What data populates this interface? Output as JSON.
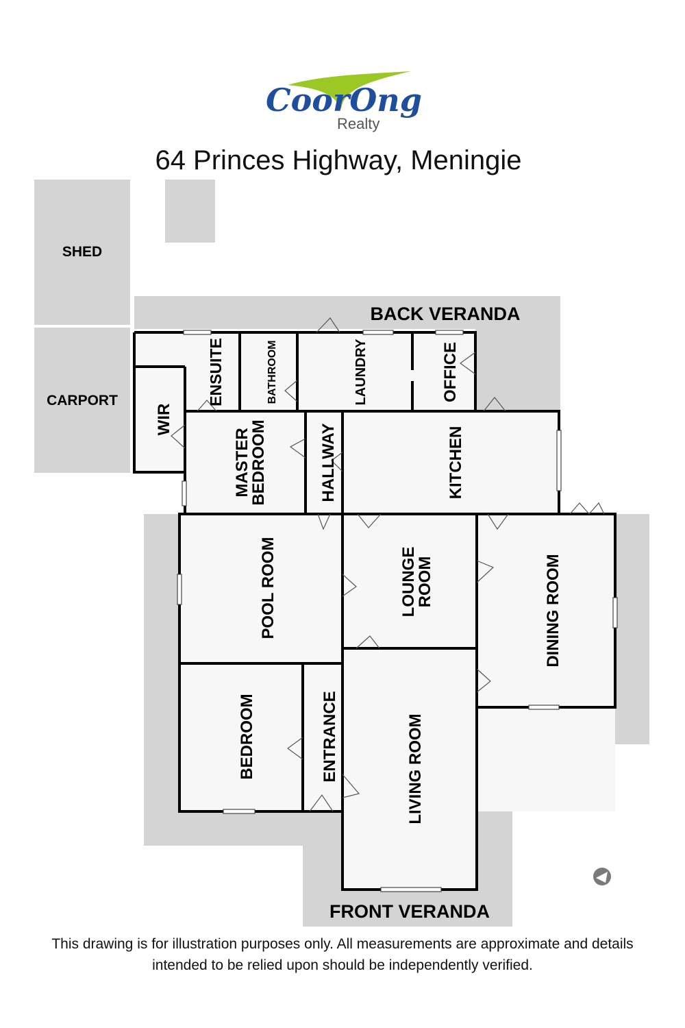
{
  "logo": {
    "brand": "CoorOng",
    "sub": "Realty",
    "colors": {
      "blue": "#1f4e9c",
      "green": "#9cc826",
      "grey": "#555555"
    }
  },
  "address": "64 Princes Highway, Meningie",
  "rooms": {
    "shed": "SHED",
    "carport": "CARPORT",
    "back_veranda": "BACK VERANDA",
    "front_veranda": "FRONT VERANDA",
    "ensuite": "ENSUITE",
    "bathroom": "BATHROOM",
    "laundry": "LAUNDRY",
    "office": "OFFICE",
    "wir": "WIR",
    "master_bedroom_1": "MASTER",
    "master_bedroom_2": "BEDROOM",
    "hallway": "HALLWAY",
    "kitchen": "KITCHEN",
    "pool_room": "POOL ROOM",
    "lounge_room_1": "LOUNGE",
    "lounge_room_2": "ROOM",
    "dining_room": "DINING ROOM",
    "bedroom": "BEDROOM",
    "entrance": "ENTRANCE",
    "living_room": "LIVING ROOM"
  },
  "compass_icon": "compass-arrow-icon",
  "disclaimer": "This drawing is for illustration purposes only. All measurements are approximate and details intended to be relied upon should be independently verified."
}
